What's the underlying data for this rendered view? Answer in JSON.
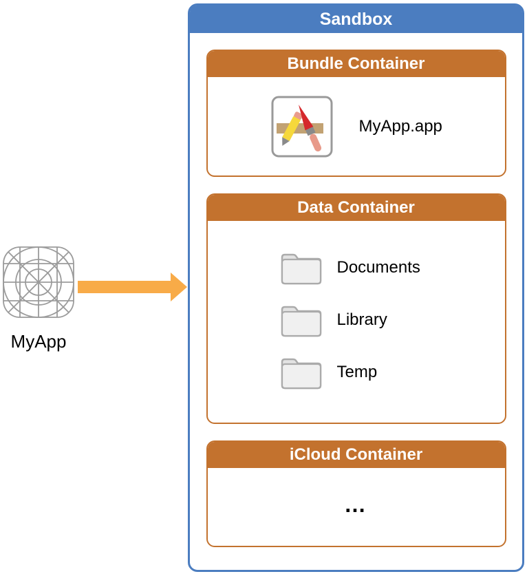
{
  "source_app": {
    "name": "MyApp",
    "icon": "app-grid-template-icon",
    "icon_stroke_color": "#9b9b9b"
  },
  "flow": {
    "arrow_icon": "right-arrow",
    "arrow_color": "#f8ab48"
  },
  "sandbox": {
    "title": "Sandbox",
    "accent_color": "#4b7dc0",
    "container_accent_color": "#c3722e",
    "containers": {
      "bundle": {
        "title": "Bundle Container",
        "app": {
          "icon": "app-store-icon",
          "label": "MyApp.app"
        }
      },
      "data": {
        "title": "Data Container",
        "folders": [
          {
            "icon": "folder-icon",
            "label": "Documents"
          },
          {
            "icon": "folder-icon",
            "label": "Library"
          },
          {
            "icon": "folder-icon",
            "label": "Temp"
          }
        ]
      },
      "icloud": {
        "title": "iCloud Container",
        "content": "…"
      }
    }
  }
}
